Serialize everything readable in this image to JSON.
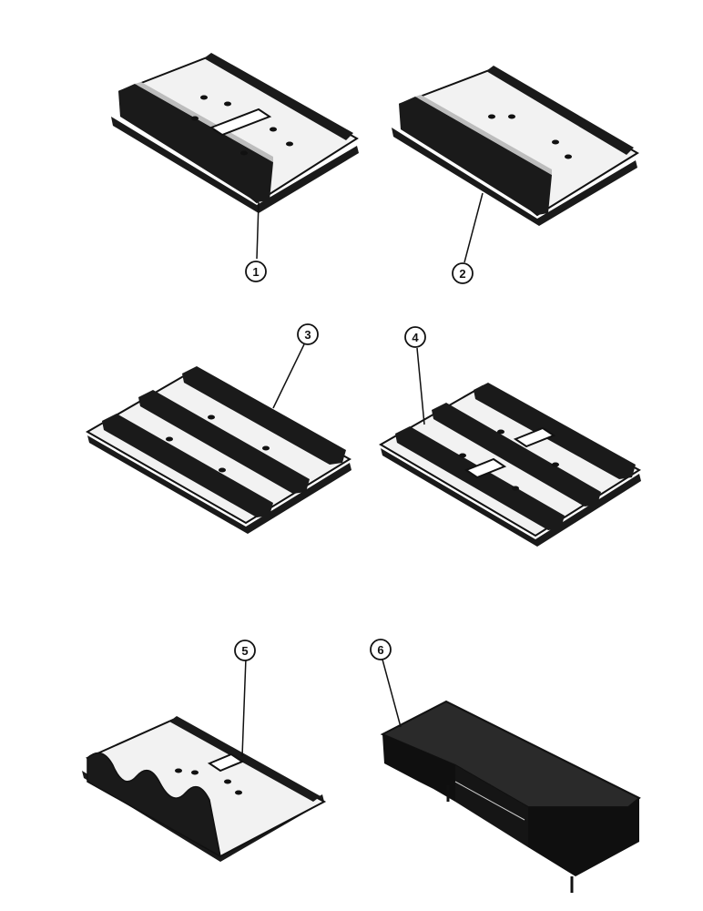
{
  "figure": {
    "callouts": [
      {
        "number": "1"
      },
      {
        "number": "2"
      },
      {
        "number": "3"
      },
      {
        "number": "4"
      },
      {
        "number": "5"
      },
      {
        "number": "6"
      }
    ]
  },
  "colors": {
    "background": "#ffffff",
    "ink": "#111111",
    "shade": "#1a1a1a",
    "light": "#f2f2f2",
    "mid": "#bdbdbd"
  }
}
